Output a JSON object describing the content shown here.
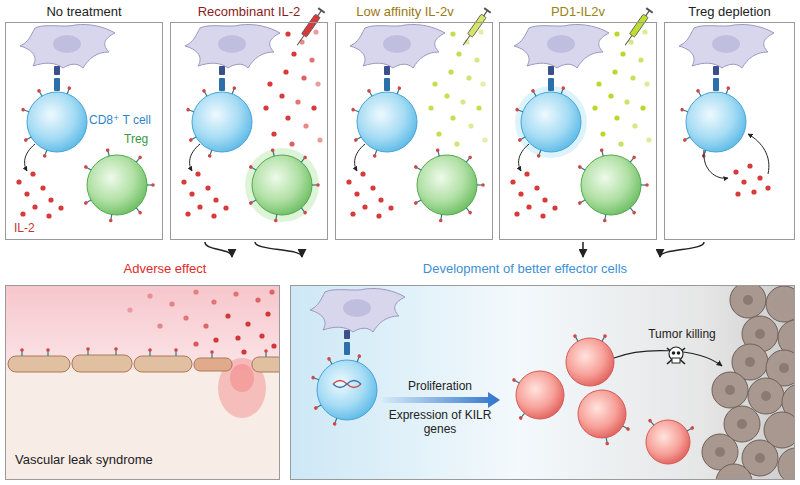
{
  "diagram": {
    "nodes": [
      {
        "text": [
          "No treatment"
        ]
      },
      {
        "text": [
          "Recombinant IL-2"
        ]
      },
      {
        "text": [
          "Low affinity IL-2v"
        ]
      },
      {
        "text": [
          "PD1-IL2v"
        ]
      },
      {
        "text": [
          "Treg depletion"
        ]
      },
      {
        "text": [
          "Adverse effect",
          "Vascular leak syndrome"
        ]
      },
      {
        "text": [
          "Development of better effector cells"
        ]
      }
    ],
    "edges": [
      {
        "from": 1,
        "to": 5,
        "arrow": "to"
      },
      {
        "from": 1,
        "to": 6,
        "arrow": "to"
      },
      {
        "from": 3,
        "to": 6,
        "arrow": "to"
      },
      {
        "from": 4,
        "to": 6,
        "arrow": "to"
      }
    ],
    "labels": [
      "CD8⁺ T cell",
      "Treg",
      "IL-2",
      "Proliferation",
      "Expression of KILR genes",
      "Tumor killing"
    ]
  }
}
